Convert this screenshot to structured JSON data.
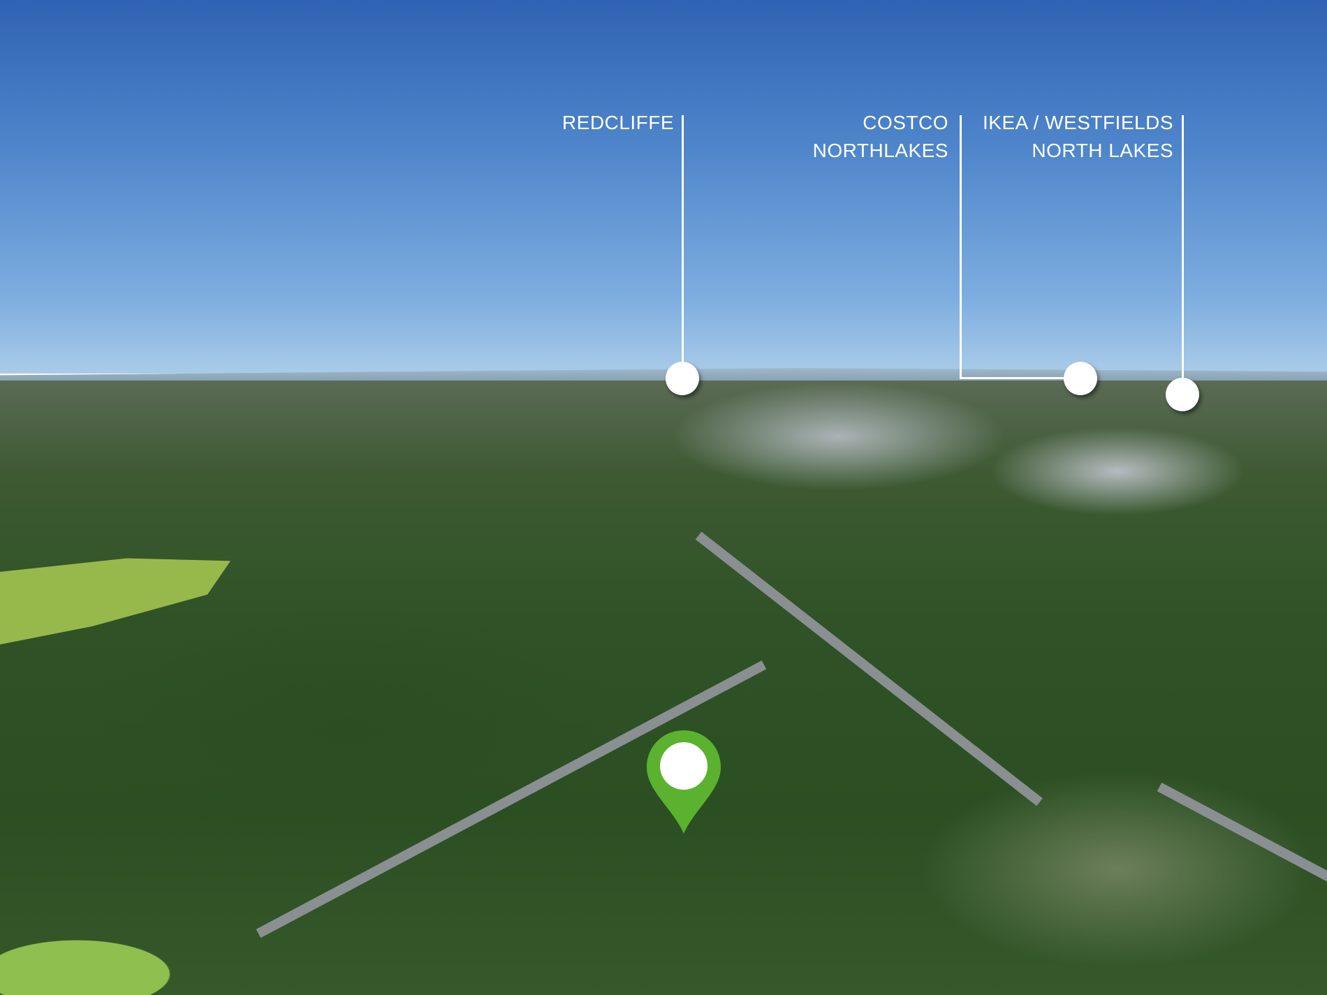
{
  "labels": {
    "redcliffe": "REDCLIFFE",
    "costco_line1": "COSTCO",
    "costco_line2": "NORTHLAKES",
    "ikea_line1": "IKEA / WESTFIELDS",
    "ikea_line2": "NORTH LAKES"
  },
  "colors": {
    "pin": "#5bb22f",
    "marker": "#ffffff"
  }
}
